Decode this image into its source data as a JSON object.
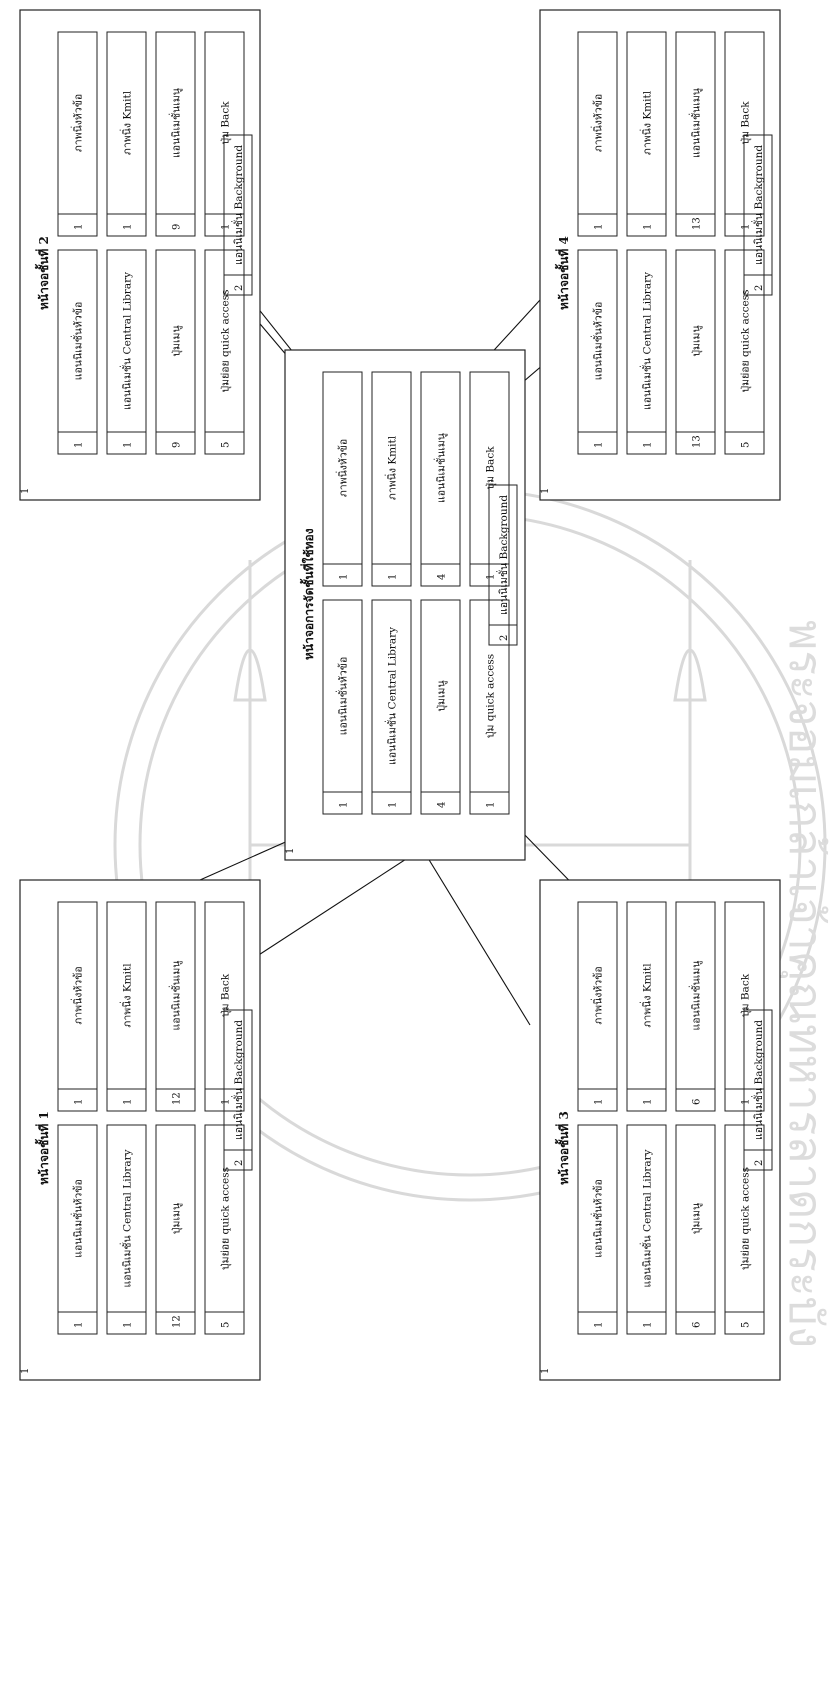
{
  "screens": [
    {
      "id": "center",
      "title": "หน้าจอการจัดชั้นที่ใช้ทอง",
      "frame_number": "1",
      "cells": [
        {
          "num": "1",
          "label": "แอนนิเมชั่นหัวข้อ"
        },
        {
          "num": "1",
          "label": "ภาพนิ่งหัวข้อ"
        },
        {
          "num": "1",
          "label": "แอนนิเมชั่น Central Library"
        },
        {
          "num": "1",
          "label": "ภาพนิ่ง Kmitl"
        },
        {
          "num": "4",
          "label": "ปุ่มเมนู"
        },
        {
          "num": "4",
          "label": "แอนนิเมชั่นเมนู"
        },
        {
          "num": "1",
          "label": "ปุ่ม quick access"
        },
        {
          "num": "1",
          "label": "ปุ่ม Back"
        }
      ],
      "background": {
        "num": "2",
        "label": "แอนนิเมชั่น Background"
      }
    },
    {
      "id": "floor2",
      "title": "หน้าจอชั้นที่ 2",
      "frame_number": "1",
      "cells": [
        {
          "num": "1",
          "label": "แอนนิเมชั่นหัวข้อ"
        },
        {
          "num": "1",
          "label": "ภาพนิ่งหัวข้อ"
        },
        {
          "num": "1",
          "label": "แอนนิเมชั่น Central Library"
        },
        {
          "num": "1",
          "label": "ภาพนิ่ง Kmitl"
        },
        {
          "num": "9",
          "label": "ปุ่มเมนู"
        },
        {
          "num": "9",
          "label": "แอนนิเมชั่นเมนู"
        },
        {
          "num": "5",
          "label": "ปุ่มย่อย quick access"
        },
        {
          "num": "1",
          "label": "ปุ่ม Back"
        }
      ],
      "background": {
        "num": "2",
        "label": "แอนนิเมชั่น Background"
      }
    },
    {
      "id": "floor4",
      "title": "หน้าจอชั้นที่ 4",
      "frame_number": "1",
      "cells": [
        {
          "num": "1",
          "label": "แอนนิเมชั่นหัวข้อ"
        },
        {
          "num": "1",
          "label": "ภาพนิ่งหัวข้อ"
        },
        {
          "num": "1",
          "label": "แอนนิเมชั่น Central Library"
        },
        {
          "num": "1",
          "label": "ภาพนิ่ง Kmitl"
        },
        {
          "num": "13",
          "label": "ปุ่มเมนู"
        },
        {
          "num": "13",
          "label": "แอนนิเมชั่นเมนู"
        },
        {
          "num": "5",
          "label": "ปุ่มย่อย quick access"
        },
        {
          "num": "1",
          "label": "ปุ่ม Back"
        }
      ],
      "background": {
        "num": "2",
        "label": "แอนนิเมชั่น Background"
      }
    },
    {
      "id": "floor1",
      "title": "หน้าจอชั้นที่ 1",
      "frame_number": "1",
      "cells": [
        {
          "num": "1",
          "label": "แอนนิเมชั่นหัวข้อ"
        },
        {
          "num": "1",
          "label": "ภาพนิ่งหัวข้อ"
        },
        {
          "num": "1",
          "label": "แอนนิเมชั่น Central Library"
        },
        {
          "num": "1",
          "label": "ภาพนิ่ง Kmitl"
        },
        {
          "num": "12",
          "label": "ปุ่มเมนู"
        },
        {
          "num": "12",
          "label": "แอนนิเมชั่นเมนู"
        },
        {
          "num": "5",
          "label": "ปุ่มย่อย quick access"
        },
        {
          "num": "1",
          "label": "ปุ่ม Back"
        }
      ],
      "background": {
        "num": "2",
        "label": "แอนนิเมชั่น Background"
      }
    },
    {
      "id": "floor3",
      "title": "หน้าจอชั้นที่ 3",
      "frame_number": "1",
      "cells": [
        {
          "num": "1",
          "label": "แอนนิเมชั่นหัวข้อ"
        },
        {
          "num": "1",
          "label": "ภาพนิ่งหัวข้อ"
        },
        {
          "num": "1",
          "label": "แอนนิเมชั่น Central Library"
        },
        {
          "num": "1",
          "label": "ภาพนิ่ง Kmitl"
        },
        {
          "num": "6",
          "label": "ปุ่มเมนู"
        },
        {
          "num": "6",
          "label": "แอนนิเมชั่นเมนู"
        },
        {
          "num": "5",
          "label": "ปุ่มย่อย quick access"
        },
        {
          "num": "1",
          "label": "ปุ่ม Back"
        }
      ],
      "background": {
        "num": "2",
        "label": "แอนนิเมชั่น Background"
      }
    }
  ],
  "watermark": {
    "text": "พระจอมเกล้าเจ้าคุณทหารลาดกระบัง"
  }
}
